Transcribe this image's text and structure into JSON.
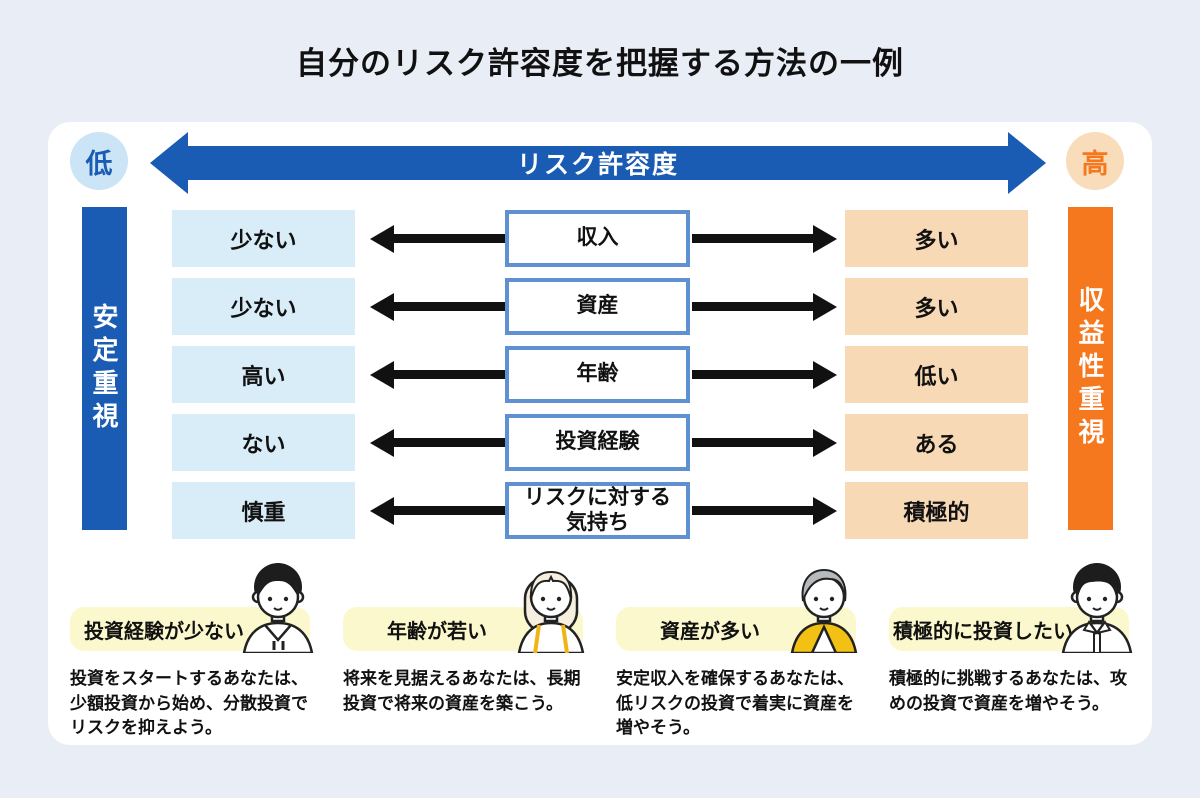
{
  "page": {
    "title": "自分のリスク許容度を把握する方法の一例"
  },
  "scale": {
    "axis_label": "リスク許容度",
    "low_label": "低",
    "high_label": "高",
    "left_rail": "安定重視",
    "right_rail": "収益性重視"
  },
  "factors": [
    {
      "low": "少ない",
      "name": "収入",
      "high": "多い"
    },
    {
      "low": "少ない",
      "name": "資産",
      "high": "多い"
    },
    {
      "low": "高い",
      "name": "年齢",
      "high": "低い"
    },
    {
      "low": "ない",
      "name": "投資経験",
      "high": "ある"
    },
    {
      "low": "慎重",
      "name": "リスクに対する気持ち",
      "high": "積極的"
    }
  ],
  "personas": [
    {
      "label": "投資経験が少ない",
      "avatar": "young-man-hoodie-avatar",
      "description": "投資をスタートするあなたは、少額投資から始め、分散投資でリスクを抑えよう。"
    },
    {
      "label": "年齢が若い",
      "avatar": "young-woman-avatar",
      "description": "将来を見据えるあなたは、長期投資で将来の資産を築こう。"
    },
    {
      "label": "資産が多い",
      "avatar": "senior-woman-avatar",
      "description": "安定収入を確保するあなたは、低リスクの投資で着実に資産を増やそう。"
    },
    {
      "label": "積極的に投資したい",
      "avatar": "business-man-avatar",
      "description": "積極的に挑戦するあなたは、攻めの投資で資産を増やそう。"
    }
  ],
  "colors": {
    "page_background": "#e9edf6",
    "card_background": "#ffffff",
    "primary_blue": "#1a5cb4",
    "light_blue": "#d9edf9",
    "badge_blue": "#cbe4f6",
    "primary_orange": "#f5781f",
    "light_orange": "#f7d9b6",
    "badge_orange": "#f9dcba",
    "pill_yellow": "#fbf8cd",
    "arrow_black": "#111111",
    "name_box_border": "#5e90d2"
  }
}
